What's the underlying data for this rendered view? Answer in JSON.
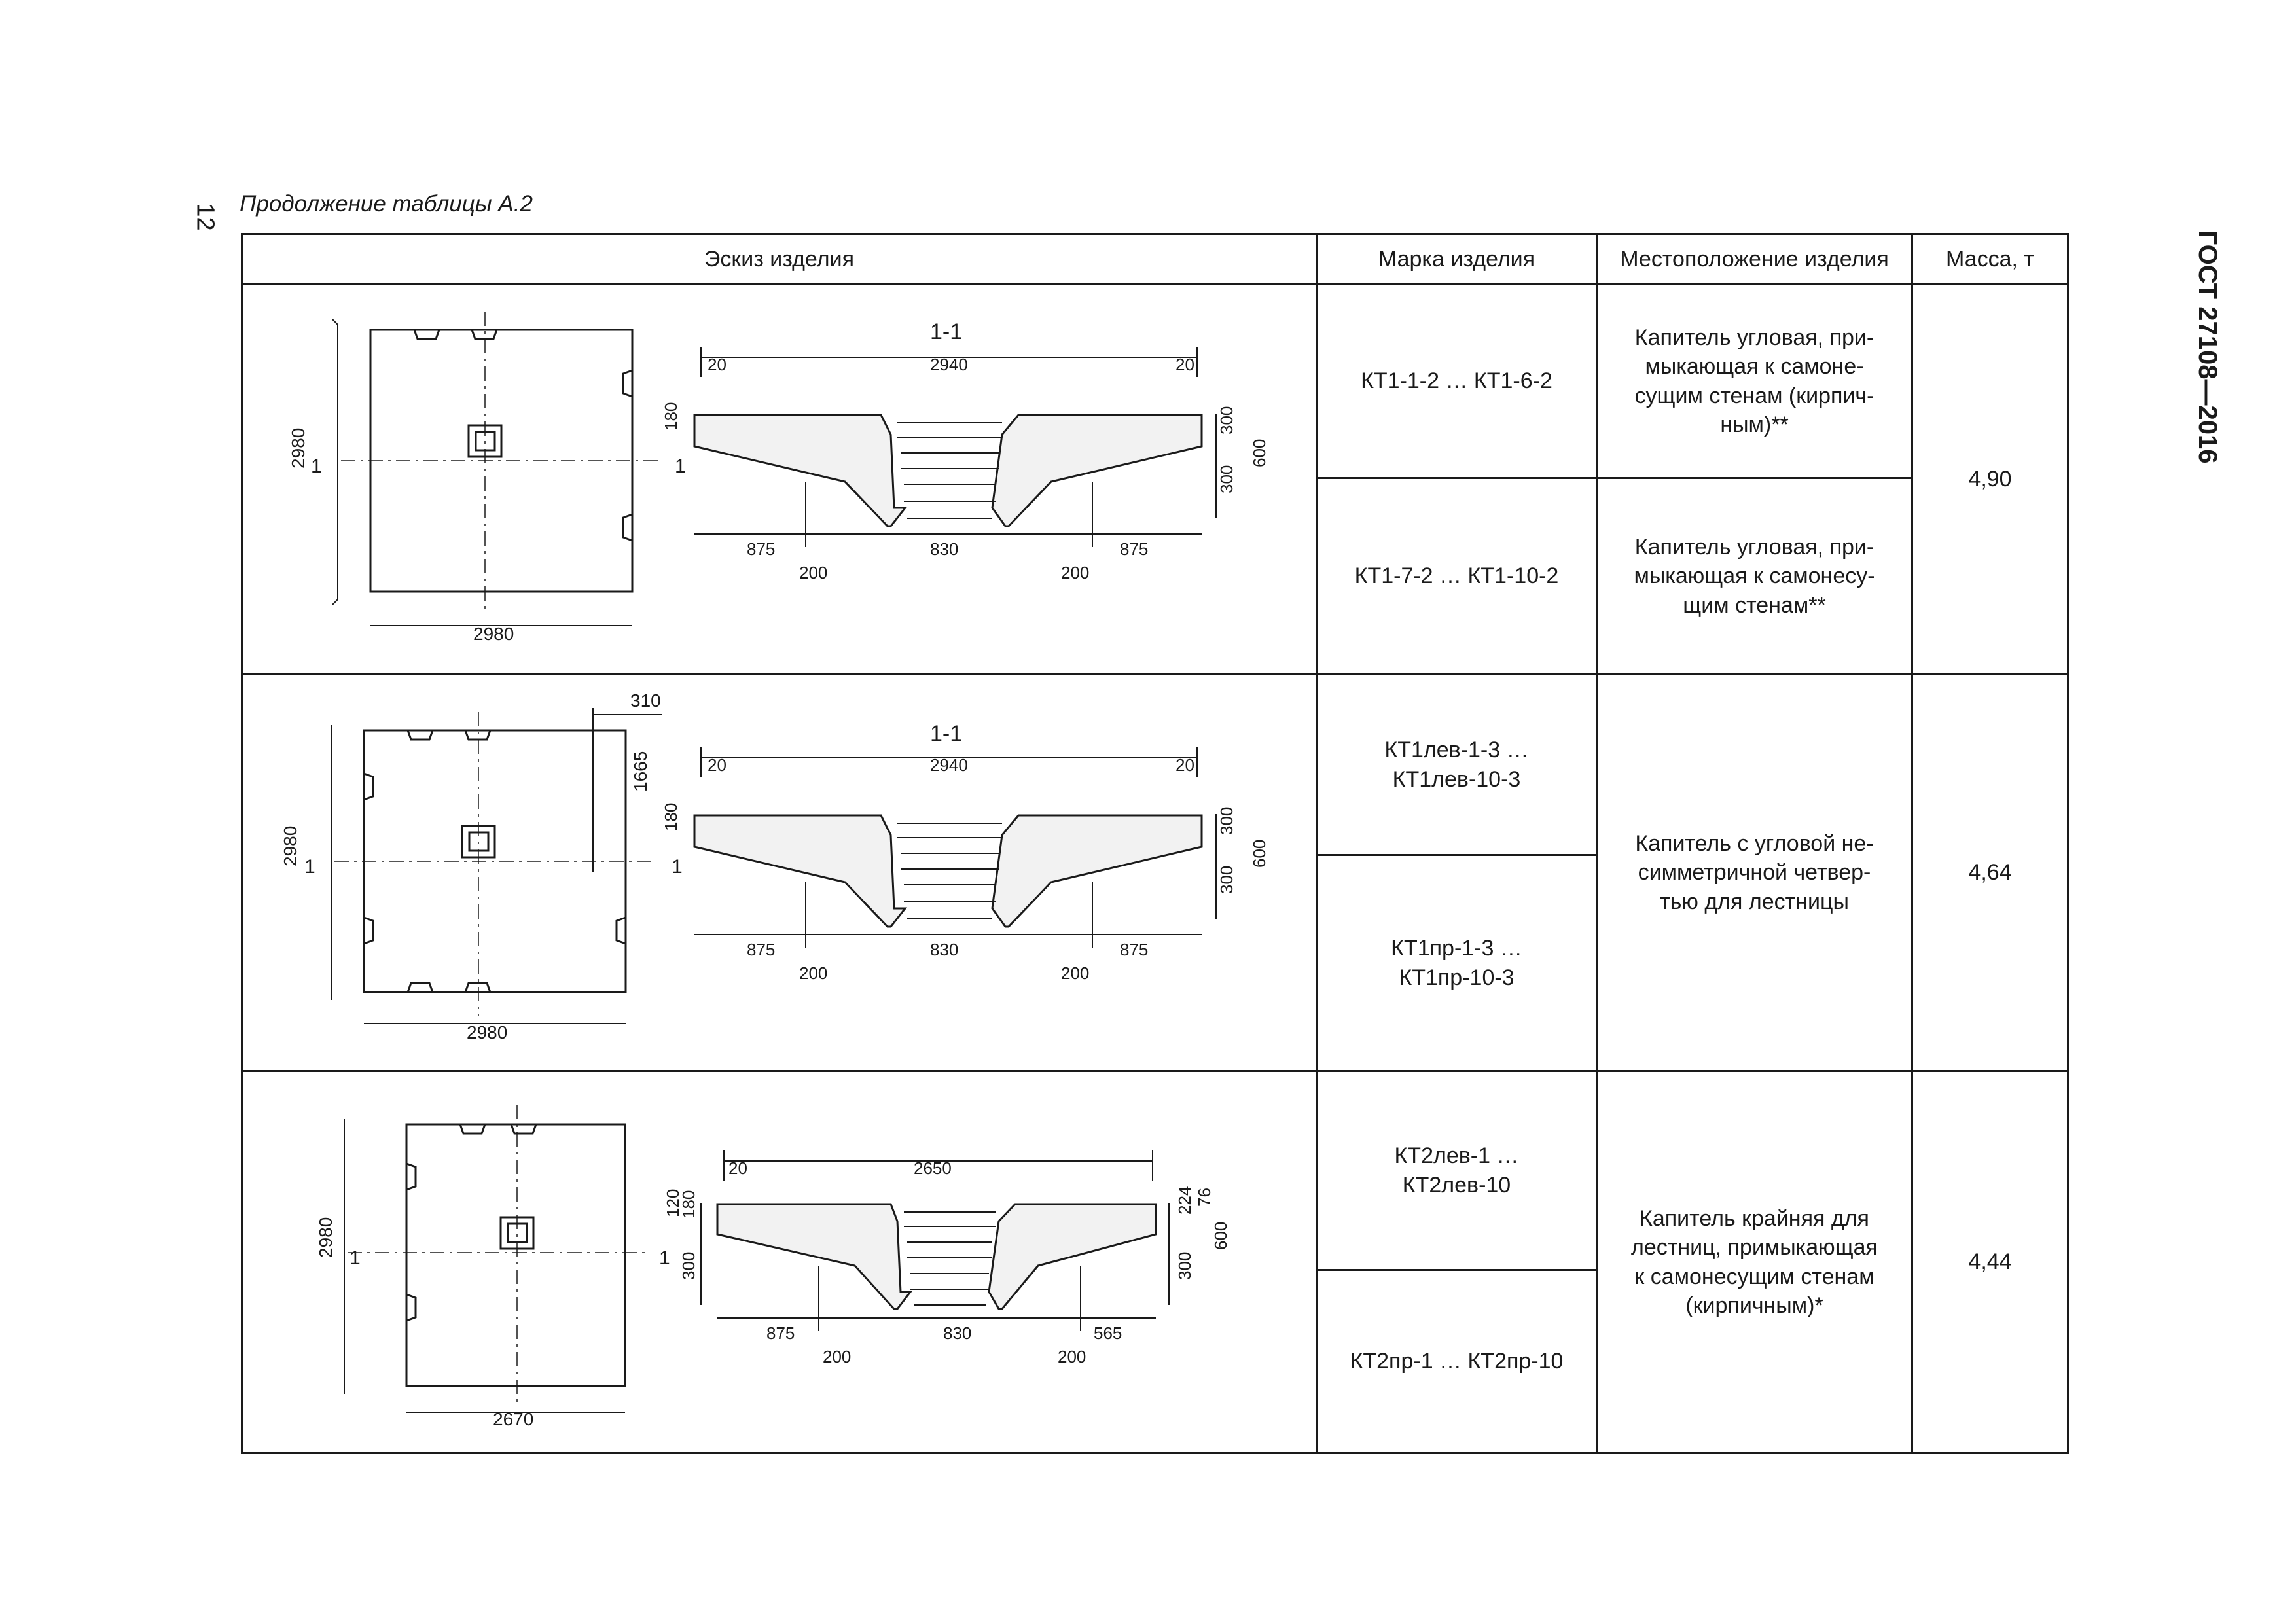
{
  "page_number": "12",
  "heading": "Продолжение таблицы А.2",
  "standard_id": "ГОСТ 27108—2016",
  "columns": [
    "Эскиз изделия",
    "Марка изделия",
    "Местоположение изделия",
    "Масса, т"
  ],
  "rows": [
    {
      "sketch": {
        "plan_height": "2980",
        "plan_width": "2980",
        "section_mark": "1",
        "section_title": "1-1",
        "dims_top": [
          "20",
          "2940",
          "20"
        ],
        "dims_bottom": [
          "875",
          "830",
          "875"
        ],
        "dim_200_left": "200",
        "dim_200_right": "200",
        "dim_180": "180",
        "dim_300_top": "300",
        "dim_300_bottom": "300",
        "dim_600": "600"
      },
      "sub_rows": [
        {
          "mark": "КТ1-1-2 … КТ1-6-2",
          "location": "Капитель угловая, при-\nмыкающая к самоне-\nсущим стенам (кирпич-\nным)**"
        },
        {
          "mark": "КТ1-7-2 … КТ1-10-2",
          "location": "Капитель угловая, при-\nмыкающая к самонесу-\nщим стенам**"
        }
      ],
      "mass": "4,90"
    },
    {
      "sketch": {
        "plan_height": "2980",
        "plan_width": "2980",
        "section_mark": "1",
        "section_title": "1-1",
        "dim_310": "310",
        "dim_1665": "1665",
        "dims_top": [
          "20",
          "2940",
          "20"
        ],
        "dims_bottom": [
          "875",
          "830",
          "875"
        ],
        "dim_200_left": "200",
        "dim_200_right": "200",
        "dim_180": "180",
        "dim_300_top": "300",
        "dim_300_bottom": "300",
        "dim_600": "600"
      },
      "sub_rows": [
        {
          "mark": "КТ1лев-1-3 …\nКТ1лев-10-3"
        },
        {
          "mark": "КТ1пр-1-3 …\nКТ1пр-10-3"
        }
      ],
      "location": "Капитель с угловой не-\nсимметричной четвер-\nтью для лестницы",
      "mass": "4,64"
    },
    {
      "sketch": {
        "plan_height": "2980",
        "plan_width": "2670",
        "section_mark": "1",
        "dims_top": [
          "20",
          "2650"
        ],
        "dims_bottom": [
          "875",
          "830",
          "565"
        ],
        "dim_200_left": "200",
        "dim_200_right": "200",
        "dim_120": "120",
        "dim_180": "180",
        "dim_300_left": "300",
        "dim_224": "224",
        "dim_76": "76",
        "dim_300_right": "300",
        "dim_600": "600"
      },
      "sub_rows": [
        {
          "mark": "КТ2лев-1 …\nКТ2лев-10"
        },
        {
          "mark": "КТ2пр-1 … КТ2пр-10"
        }
      ],
      "location": "Капитель крайняя для\nлестниц, примыкающая\nк самонесущим стенам\n(кирпичным)*",
      "mass": "4,44"
    }
  ]
}
